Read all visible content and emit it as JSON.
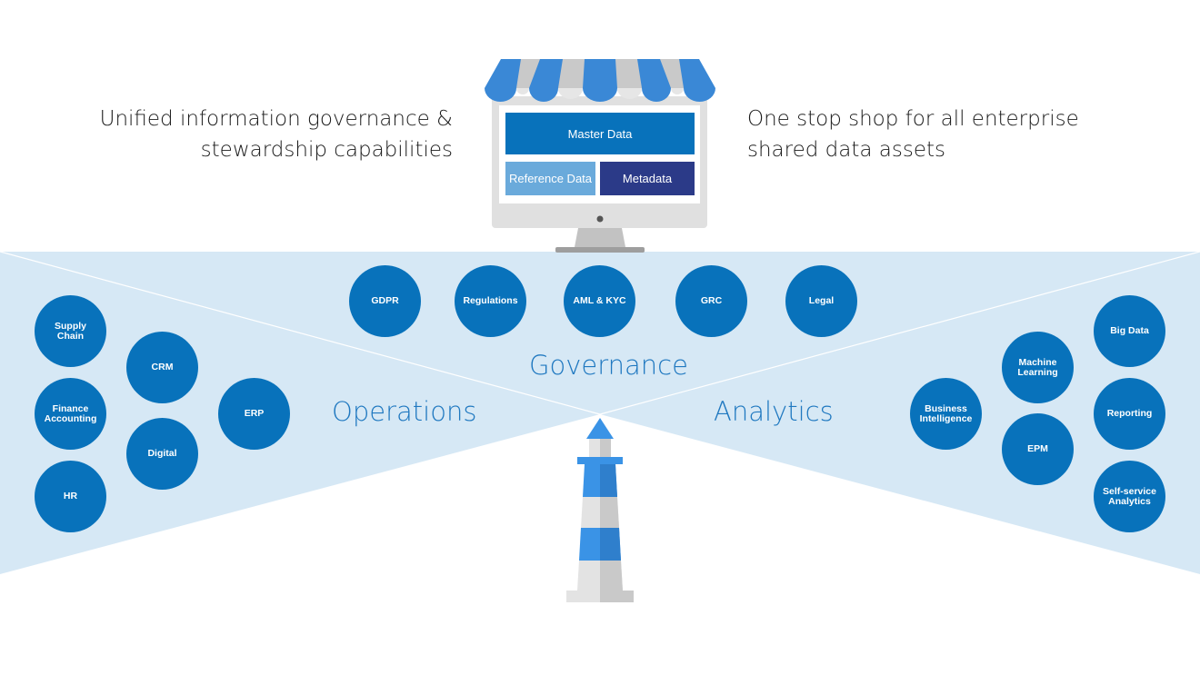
{
  "headlines": {
    "left": [
      "Unified information governance &",
      "stewardship capabilities"
    ],
    "right": [
      "One stop shop for all enterprise",
      "shared data assets"
    ]
  },
  "shop": {
    "master": "Master Data",
    "reference": "Reference Data",
    "metadata": "Metadata"
  },
  "zones": {
    "governance": "Governance",
    "operations": "Operations",
    "analytics": "Analytics"
  },
  "governance_items": [
    "GDPR",
    "Regulations",
    "AML & KYC",
    "GRC",
    "Legal"
  ],
  "operations_items": [
    "Supply Chain",
    "CRM",
    "Finance Accounting",
    "ERP",
    "Digital",
    "HR"
  ],
  "analytics_items": [
    "Big Data",
    "Machine Learning",
    "Business Intelligence",
    "Reporting",
    "EPM",
    "Self-service Analytics"
  ],
  "colors": {
    "bubble": "#0872bb",
    "beam": "#d6e8f5",
    "accent_text": "#1f78c0",
    "awning_blue": "#3a88d6",
    "awning_grey": "#c9c9c9"
  }
}
